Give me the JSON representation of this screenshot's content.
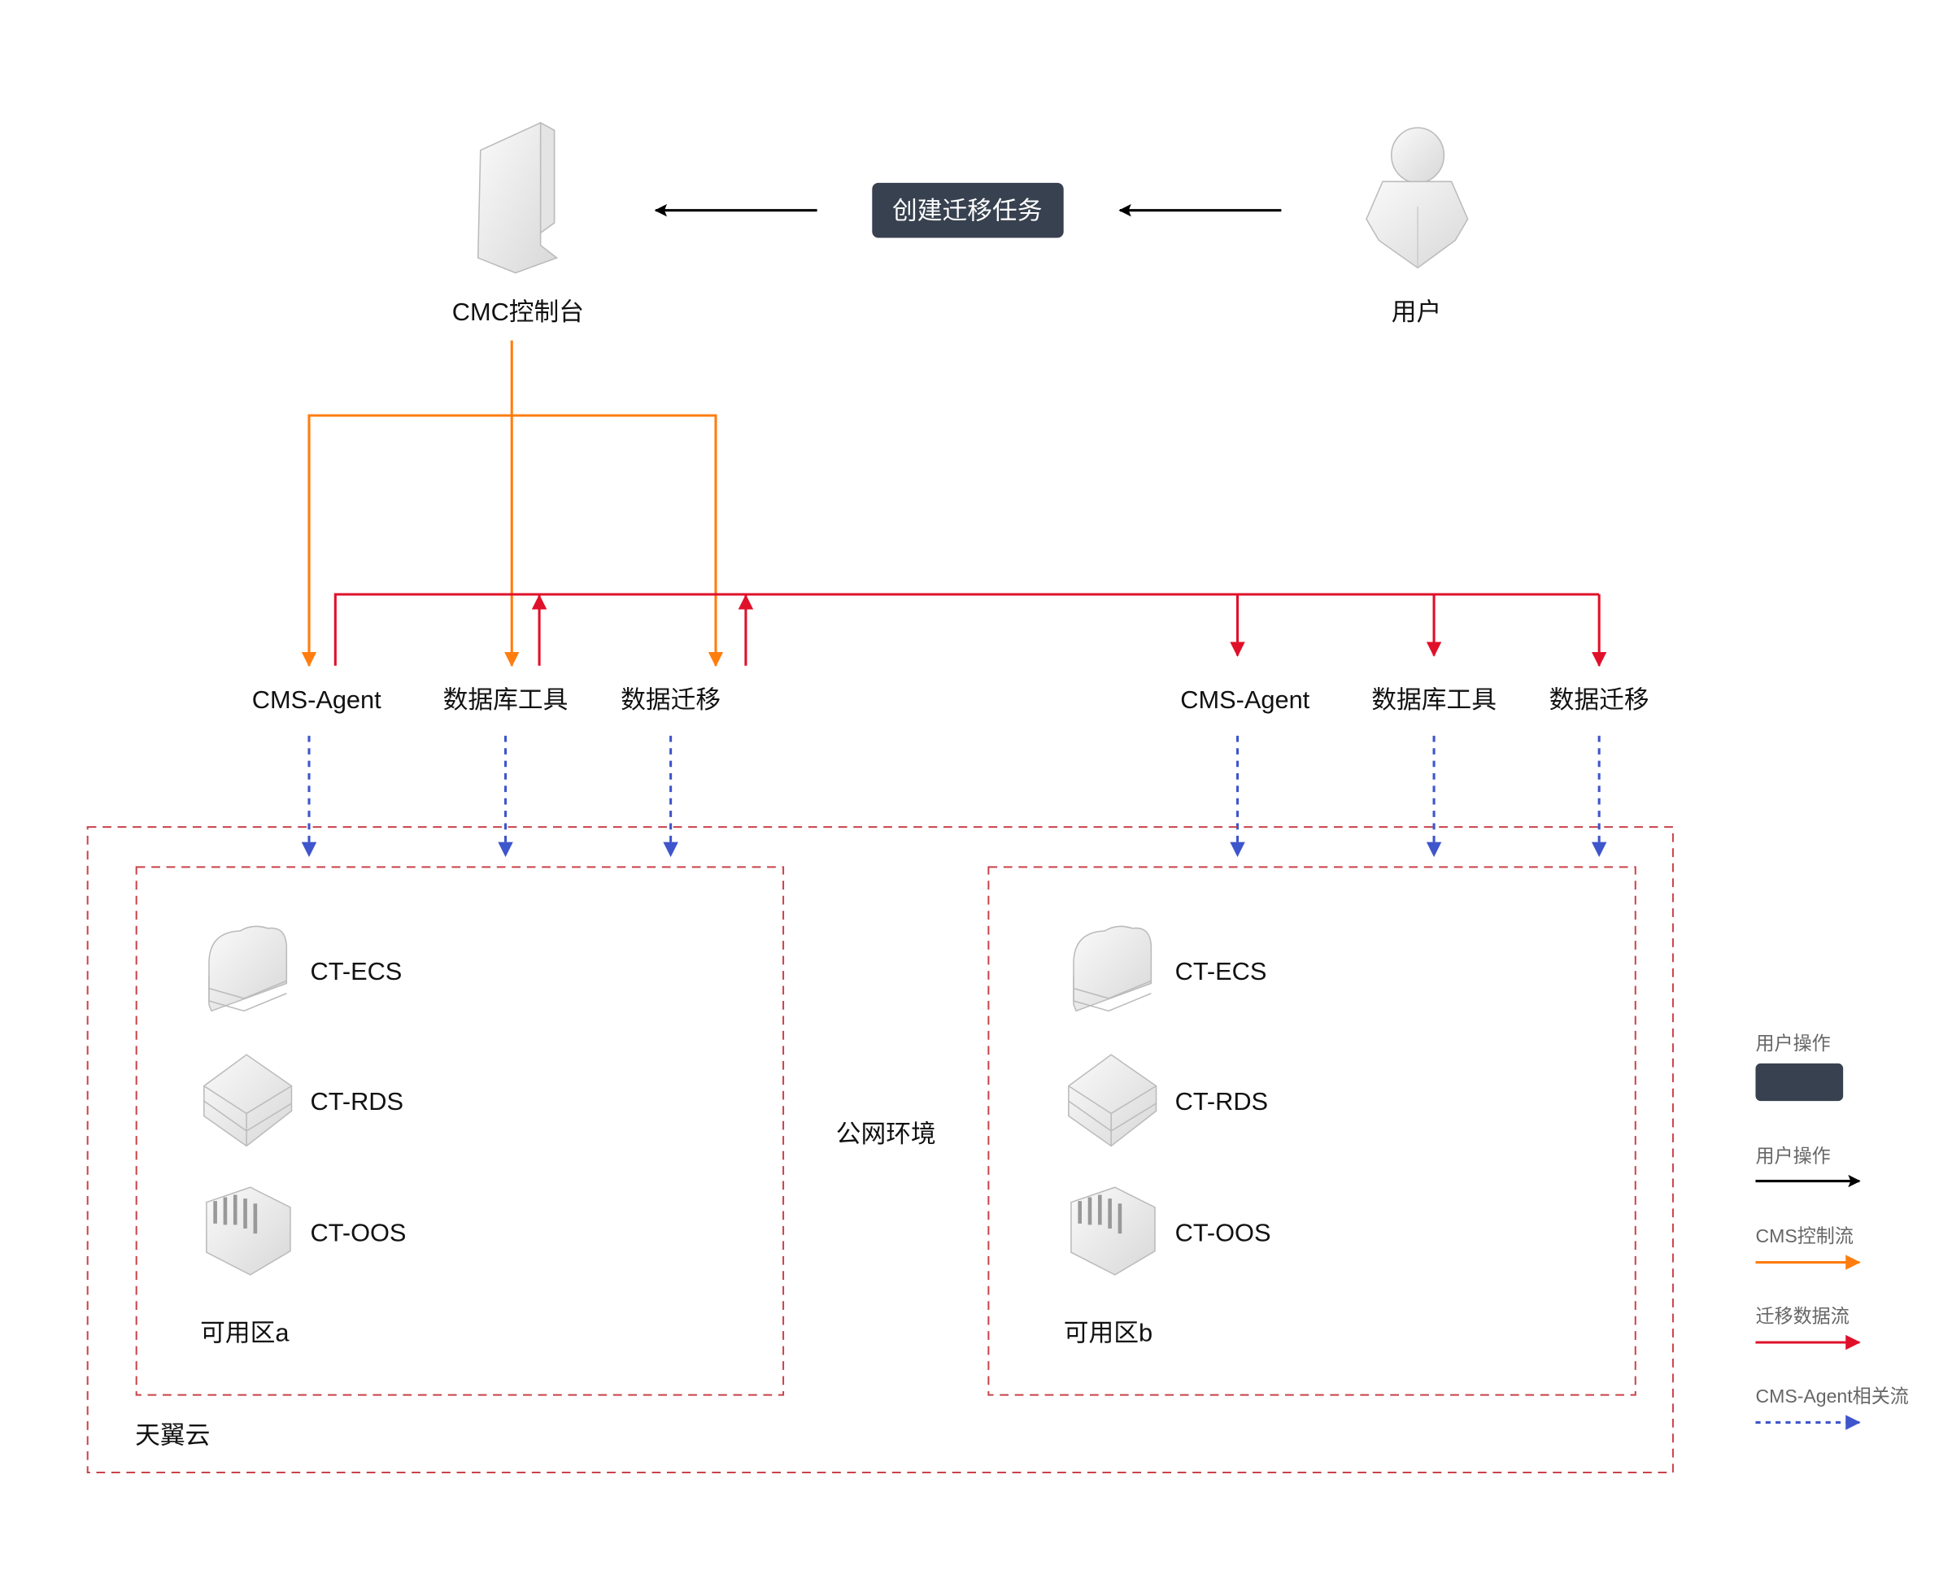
{
  "top": {
    "console_label": "CMC控制台",
    "user_label": "用户",
    "task_button": "创建迁移任务"
  },
  "left_tools": [
    "CMS-Agent",
    "数据库工具",
    "数据迁移"
  ],
  "right_tools": [
    "CMS-Agent",
    "数据库工具",
    "数据迁移"
  ],
  "zone_a": {
    "services": [
      "CT-ECS",
      "CT-RDS",
      "CT-OOS"
    ],
    "label": "可用区a"
  },
  "zone_b": {
    "services": [
      "CT-ECS",
      "CT-RDS",
      "CT-OOS"
    ],
    "label": "可用区b"
  },
  "cloud_label": "天翼云",
  "public_label": "公网环境",
  "legend": {
    "items": [
      {
        "label": "用户操作",
        "kind": "box",
        "color": "#38414f"
      },
      {
        "label": "用户操作",
        "kind": "arrow",
        "color": "#000000"
      },
      {
        "label": "CMS控制流",
        "kind": "arrow",
        "color": "#ff7d0f"
      },
      {
        "label": "迁移数据流",
        "kind": "arrow",
        "color": "#e0102a"
      },
      {
        "label": "CMS-Agent相关流",
        "kind": "dashed-arrow",
        "color": "#3e55cc"
      }
    ]
  },
  "colors": {
    "orange": "#ff7d0f",
    "red": "#e0102a",
    "blue": "#3e55cc",
    "dark": "#38414f",
    "dash_border": "#c9424a"
  }
}
